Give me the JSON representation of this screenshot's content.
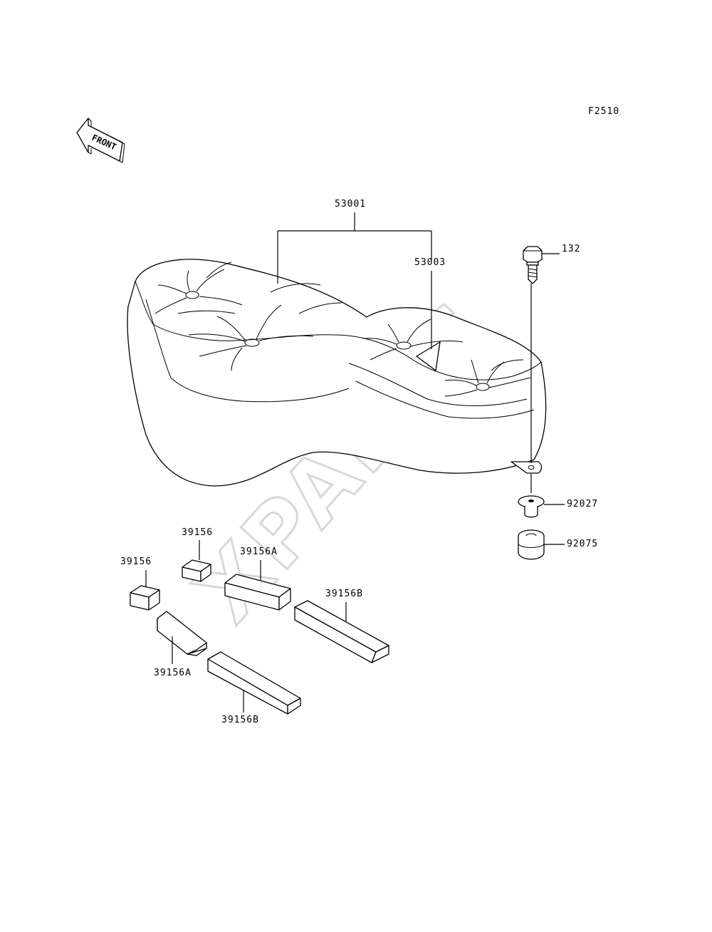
{
  "figure_code": "F2510",
  "front_arrow": {
    "text": "FRONT",
    "icon": "front-arrow-icon"
  },
  "watermark": "XPARTS",
  "labels": {
    "p53001": "53001",
    "p53003": "53003",
    "p132": "132",
    "p92027": "92027",
    "p92075": "92075",
    "p39156_top": "39156",
    "p39156_left": "39156",
    "p39156A_top": "39156A",
    "p39156A_bottom": "39156A",
    "p39156B_right": "39156B",
    "p39156B_bottom": "39156B"
  }
}
